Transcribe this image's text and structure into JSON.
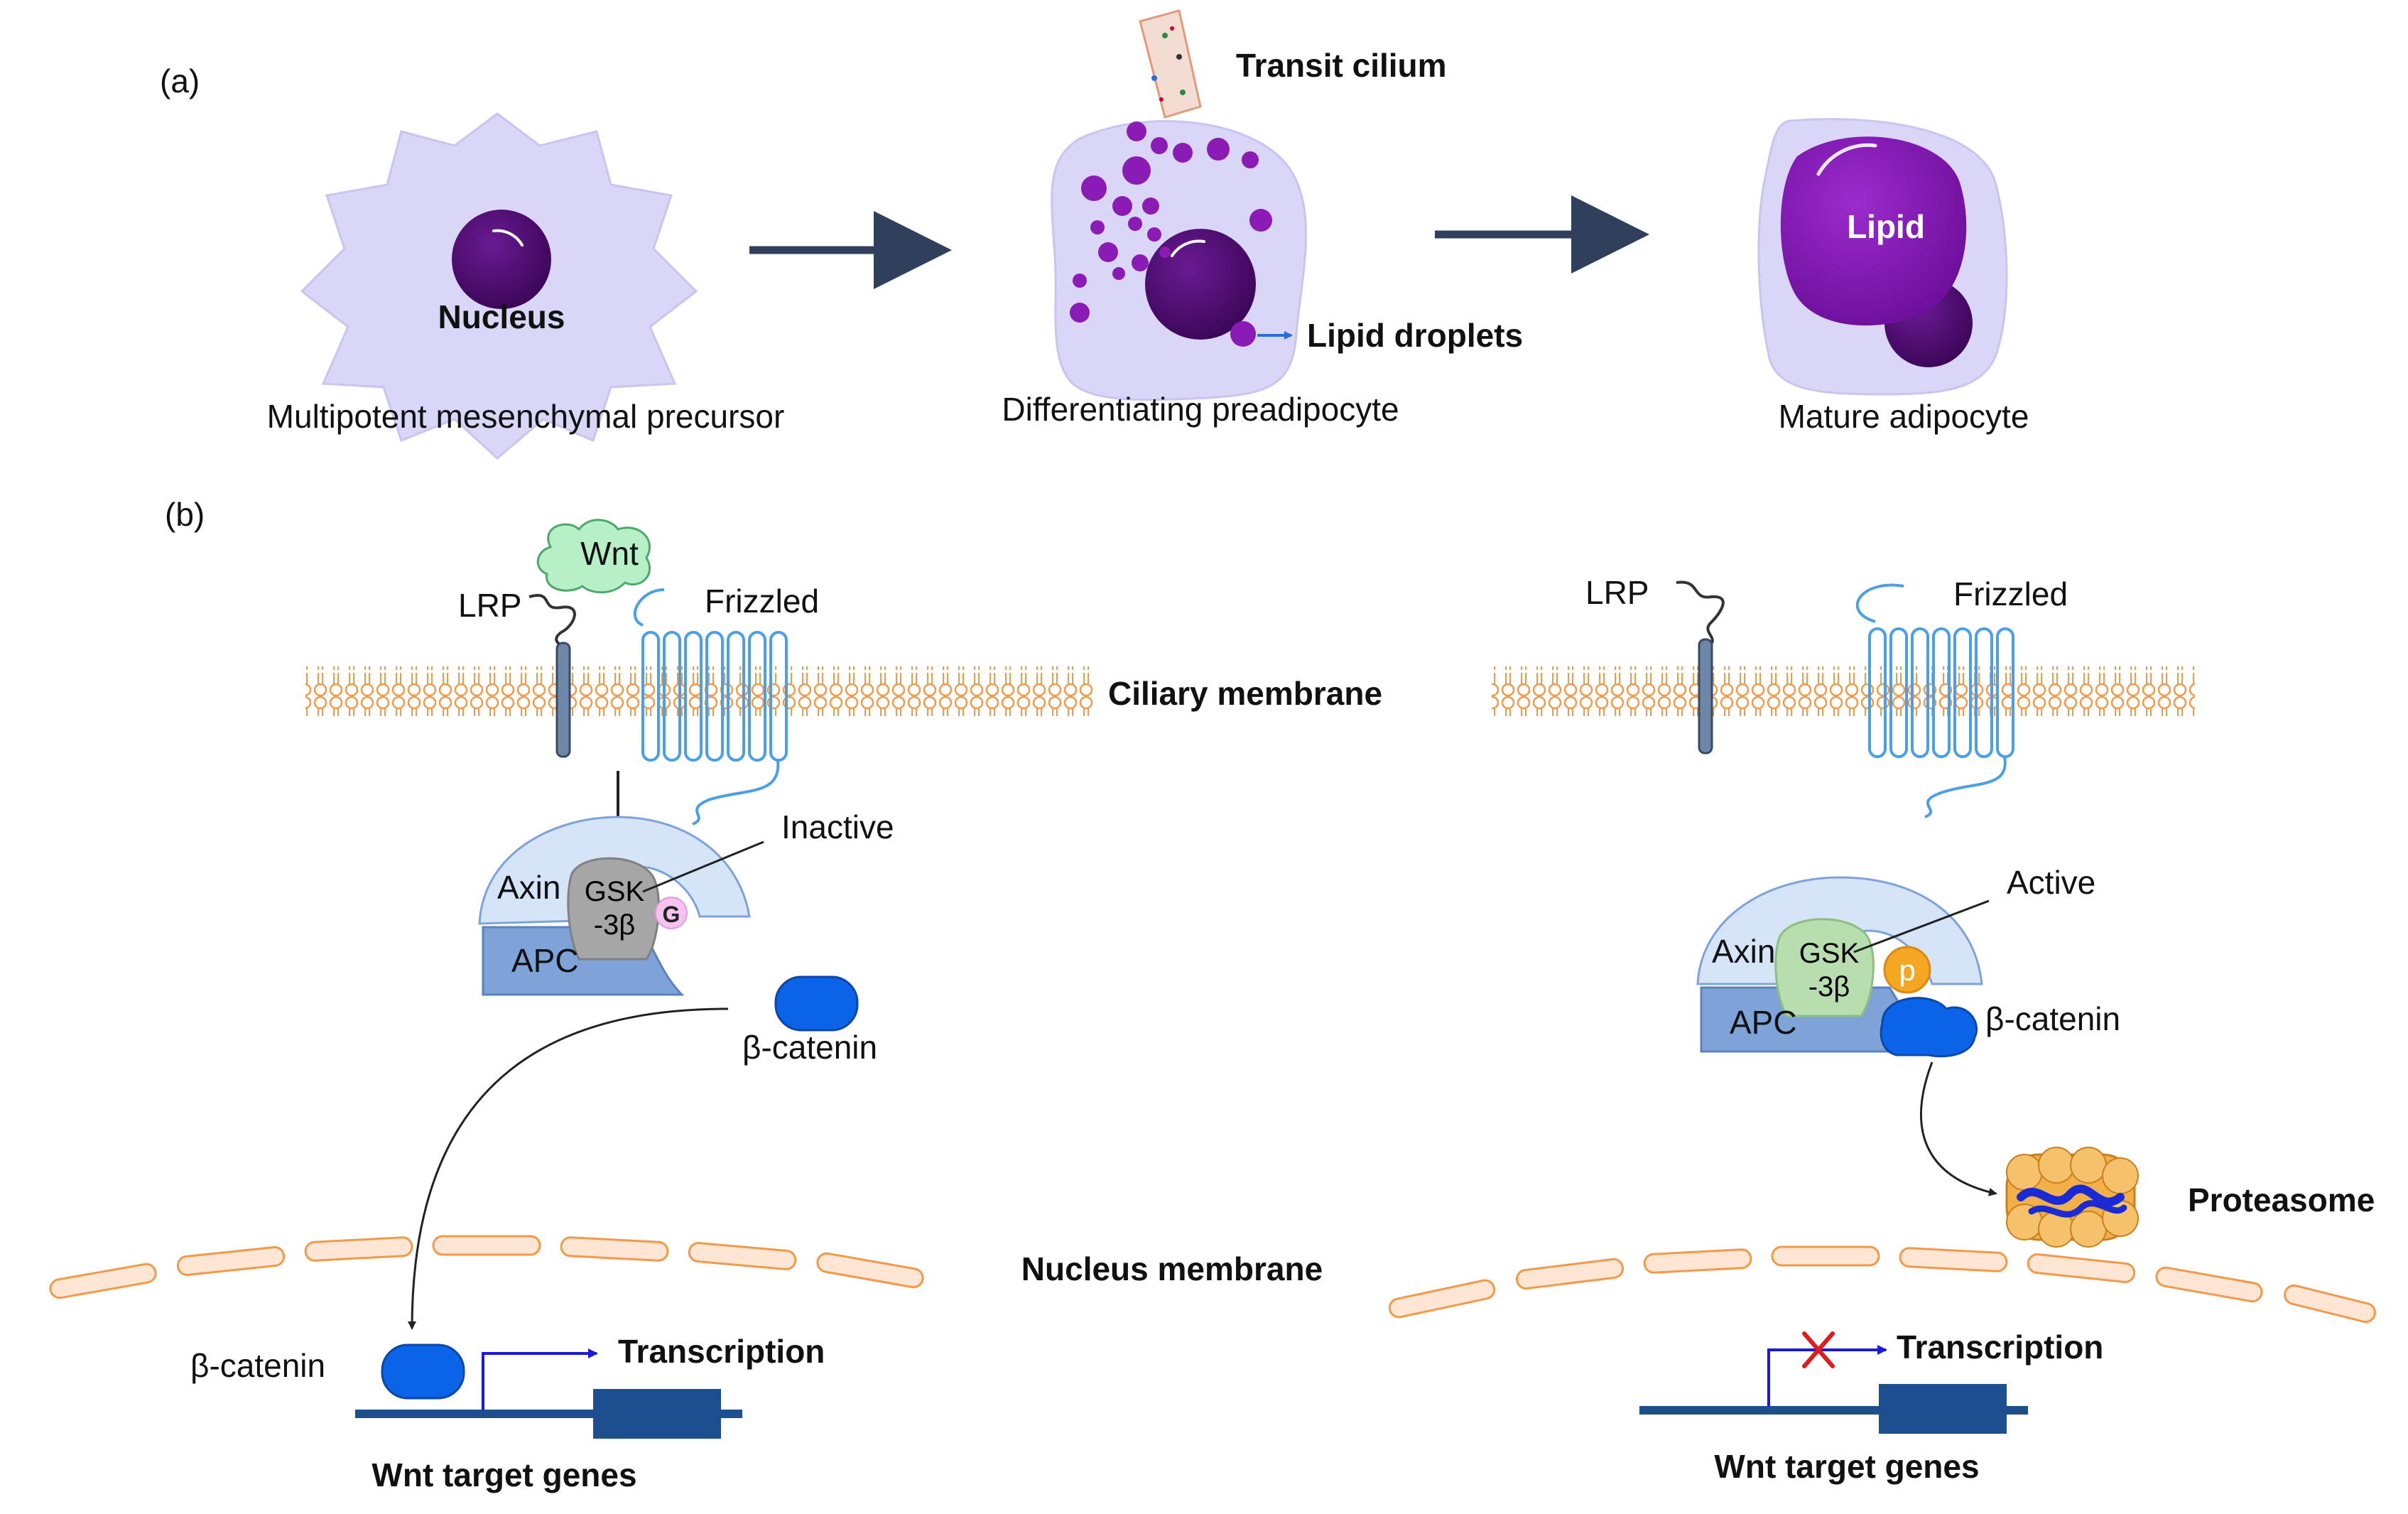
{
  "panel_a": {
    "label": "(a)",
    "stage1": {
      "caption": "Multipotent mesenchymal precursor",
      "nucleus_label": "Nucleus"
    },
    "stage2": {
      "caption": "Differentiating preadipocyte",
      "cilium_label": "Transit cilium",
      "droplets_label": "Lipid droplets"
    },
    "stage3": {
      "caption": "Mature adipocyte",
      "lipid_label": "Lipid"
    }
  },
  "panel_b": {
    "label": "(b)",
    "ciliary_membrane": "Ciliary membrane",
    "nucleus_membrane": "Nucleus membrane",
    "left": {
      "wnt": "Wnt",
      "lrp": "LRP",
      "frizzled": "Frizzled",
      "state": "Inactive",
      "axin": "Axin",
      "gsk_line1": "GSK",
      "gsk_line2": "-3β",
      "g_badge": "G",
      "apc": "APC",
      "beta_catenin": "β-catenin",
      "beta_catenin_nucleus": "β-catenin",
      "transcription": "Transcription",
      "target_genes": "Wnt target genes"
    },
    "right": {
      "lrp": "LRP",
      "frizzled": "Frizzled",
      "state": "Active",
      "axin": "Axin",
      "gsk_line1": "GSK",
      "gsk_line2": "-3β",
      "p_badge": "p",
      "apc": "APC",
      "beta_catenin": "β-catenin",
      "proteasome": "Proteasome",
      "transcription": "Transcription",
      "target_genes": "Wnt target genes"
    }
  },
  "colors": {
    "cell": "#d9d6f7",
    "cell_edge": "#b9b4ea",
    "nucleus": "#4b0a6b",
    "droplet": "#8a1bb5",
    "lipid": "#7a10a8",
    "arrow": "#2f3f5c",
    "membrane": "#f29a4a",
    "frizzled": "#4a9fe6",
    "lrp": "#6e86a8",
    "wnt": "#b7f0c6",
    "axin": "#d6e4f7",
    "apc": "#7ea3d8",
    "gsk_inactive": "#a6a6a6",
    "gsk_active": "#b8deb0",
    "g_badge": "#f6c3ee",
    "p_badge": "#f5a623",
    "beta_catenin": "#0b63e8",
    "gene": "#1d4f8f",
    "transcription_arrow": "#1a1adb",
    "block_x": "#e01b1b",
    "proteasome": "#f3b04a"
  }
}
